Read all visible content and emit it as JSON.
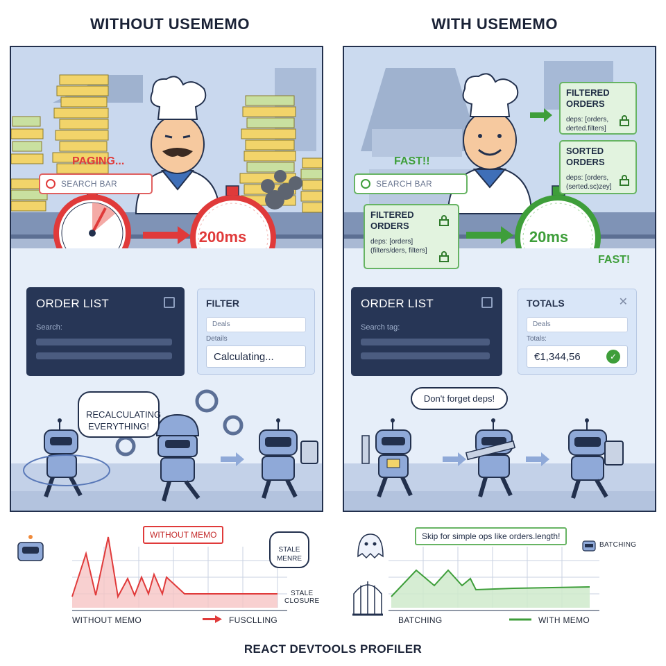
{
  "headings": {
    "left": "WITHOUT USEMEMO",
    "right": "WITH USEMEMO"
  },
  "left_panel": {
    "paging_label": "PAGING...",
    "search_bar": "SEARCH BAR",
    "stopwatch_value": "200ms",
    "order_list": {
      "title": "ORDER LIST",
      "search_label": "Search:"
    },
    "filter_card": {
      "title": "FILTER",
      "field_text": "Deals",
      "label": "Details",
      "result": "Calculating..."
    },
    "speech": "RECALCULATING\nEVERYTHING!"
  },
  "right_panel": {
    "fast_top_label": "FAST!!",
    "search_bar": "SEARCH BAR",
    "memo_filtered_small": {
      "title_line1": "FILTERED",
      "title_line2": "ORDERS",
      "deps": "deps: [orders, derted.filters]"
    },
    "memo_sorted": {
      "title_line1": "SORTED",
      "title_line2": "ORDERS",
      "deps": "deps: [orders, (serted.sc)zey]"
    },
    "memo_filtered_large": {
      "title_line1": "FILTERED",
      "title_line2": "ORDERS",
      "deps": "deps: [orders] (filters/ders, filters]"
    },
    "stopwatch_value": "20ms",
    "fast_label": "FAST!",
    "order_list": {
      "title": "ORDER LIST",
      "search_label": "Search tag:"
    },
    "totals_card": {
      "title": "TOTALS",
      "field_text": "Deals",
      "label": "Totals:",
      "result": "€1,344,56"
    },
    "speech": "Don't forget deps!"
  },
  "bottom_left": {
    "callout": "WITHOUT MEMO",
    "stale_bubble": "STALE\nMENRE",
    "stale_closure": "STALE\nCLOSURE",
    "legend_left": "WITHOUT MEMO",
    "legend_right": "FUSCLLING"
  },
  "bottom_right": {
    "callout": "Skip for simple ops like orders.length!",
    "batching_top": "BATCHING",
    "batching_bottom": "BATCHING",
    "legend_right": "WITH MEMO"
  },
  "footer": "REACT DEVTOOLS PROFILER",
  "colors": {
    "red": "#e03a3a",
    "green": "#3e9e3a",
    "navy": "#22304d",
    "panel_bg": "#e8f0fa"
  }
}
